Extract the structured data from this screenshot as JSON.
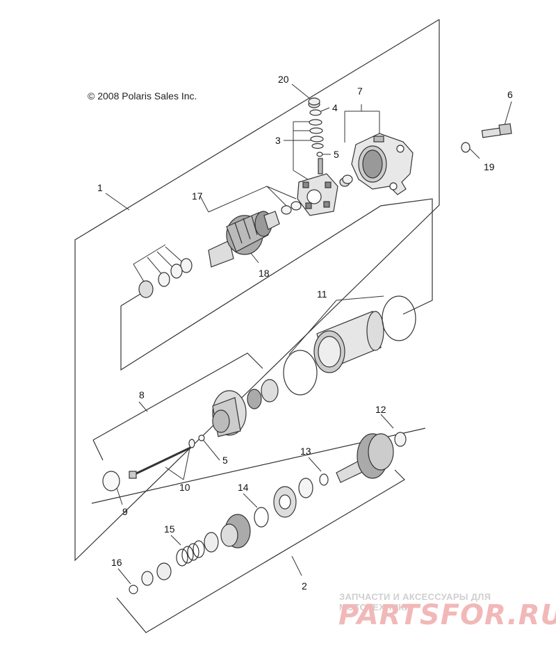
{
  "copyright": "© 2008 Polaris Sales Inc.",
  "callouts": {
    "c1": "1",
    "c2": "2",
    "c3": "3",
    "c4": "4",
    "c5a": "5",
    "c5b": "5",
    "c6": "6",
    "c7": "7",
    "c8": "8",
    "c9": "9",
    "c10": "10",
    "c11": "11",
    "c12": "12",
    "c13": "13",
    "c14": "14",
    "c15": "15",
    "c16": "16",
    "c17": "17",
    "c18": "18",
    "c19": "19",
    "c20": "20"
  },
  "watermark": {
    "tagline": "ЗАПЧАСТИ И АКСЕССУАРЫ ДЛЯ МОТОТЕХНИКИ",
    "logo": "PARTSFOR.RU"
  },
  "colors": {
    "line": "#333333",
    "part_fill": "#e8e8e8",
    "part_dark": "#555555",
    "watermark_red": "#f2b8b8"
  }
}
